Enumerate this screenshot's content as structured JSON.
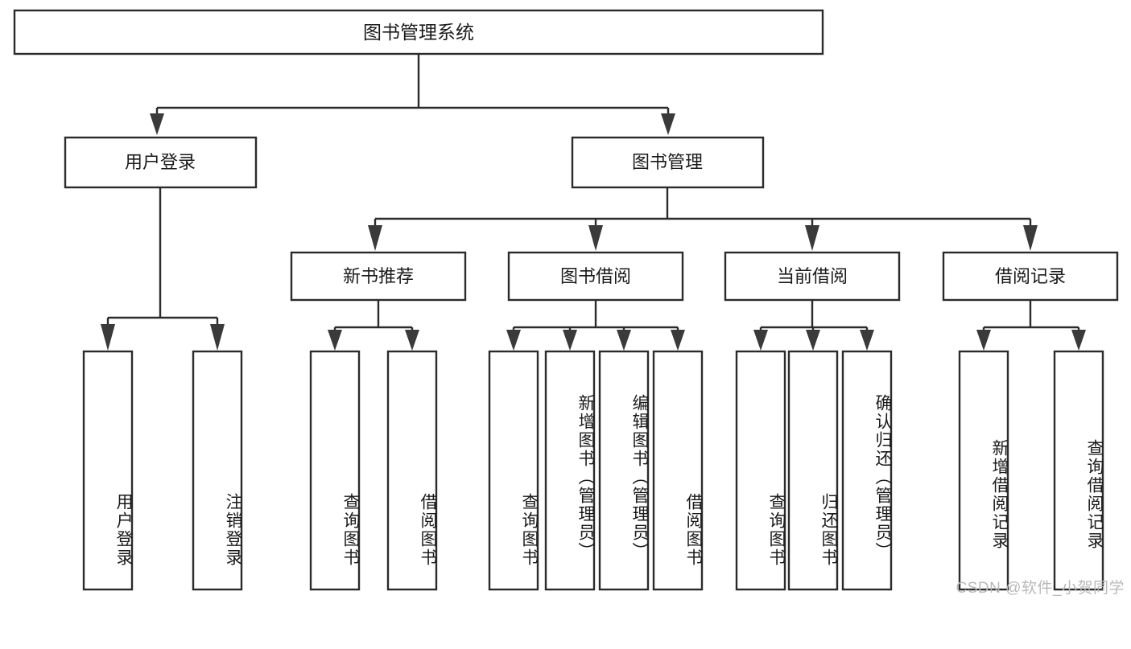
{
  "diagram": {
    "type": "tree",
    "title": "图书管理系统",
    "watermark": "CSDN @软件_小贺同学",
    "colors": {
      "background": "#ffffff",
      "stroke": "#2b2b2b",
      "text": "#1a1a1a",
      "arrow": "#3a3a3a",
      "watermark": "#b9b9b9"
    },
    "levels": {
      "root": {
        "label": "图书管理系统"
      },
      "level2": [
        {
          "label": "用户登录"
        },
        {
          "label": "图书管理"
        }
      ],
      "level3": [
        {
          "label": "新书推荐"
        },
        {
          "label": "图书借阅"
        },
        {
          "label": "当前借阅"
        },
        {
          "label": "借阅记录"
        }
      ]
    },
    "nodes": {
      "root": "图书管理系统",
      "user_login": "用户登录",
      "book_manage": "图书管理",
      "new_book_rec": "新书推荐",
      "book_borrow": "图书借阅",
      "current_borrow": "当前借阅",
      "borrow_record": "借阅记录"
    },
    "leaves": {
      "user_login": [
        "用户登录",
        "注销登录"
      ],
      "new_book_rec": [
        "查询图书",
        "借阅图书"
      ],
      "book_borrow": [
        "查询图书",
        "新增图书（管理员）",
        "编辑图书（管理员）",
        "借阅图书"
      ],
      "current_borrow": [
        "查询图书",
        "归还图书",
        "确认归还（管理员）"
      ],
      "borrow_record": [
        "新增借阅记录",
        "查询借阅记录"
      ]
    }
  }
}
